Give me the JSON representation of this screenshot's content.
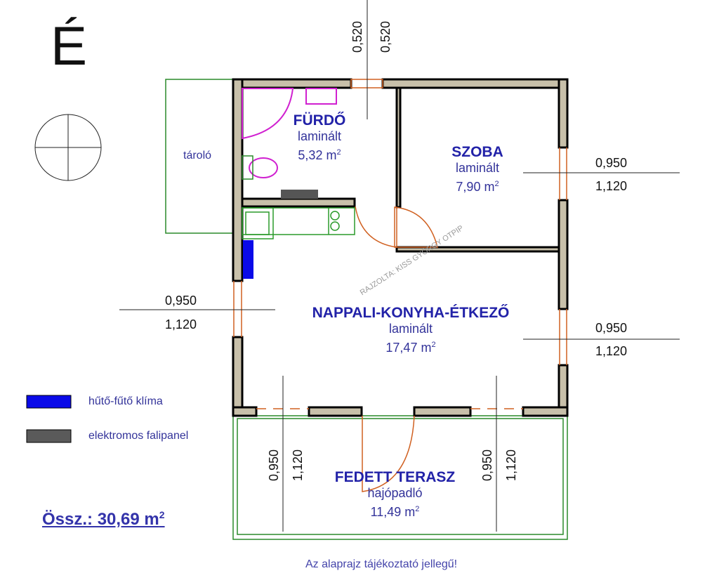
{
  "compass_label": "É",
  "rooms": [
    {
      "name": "FÜRDŐ",
      "floor": "laminált",
      "area": "5,32 m",
      "unit_sup": "2"
    },
    {
      "name": "SZOBA",
      "floor": "laminált",
      "area": "7,90 m",
      "unit_sup": "2"
    },
    {
      "name": "NAPPALI-KONYHA-ÉTKEZŐ",
      "floor": "laminált",
      "area": "17,47 m",
      "unit_sup": "2"
    },
    {
      "name": "FEDETT TERASZ",
      "floor": "hajópadló",
      "area": "11,49 m",
      "unit_sup": "2"
    }
  ],
  "storage_label": "tároló",
  "dimensions": {
    "a": "0,520",
    "b": "0,950",
    "c": "1,120"
  },
  "legend": [
    {
      "label": "hűtő-fűtő klíma",
      "color": "#0a0ae8"
    },
    {
      "label": "elektromos falipanel",
      "color": "#5a5a5a"
    }
  ],
  "total": {
    "text": "Össz.: 30,69 m",
    "sup": "2"
  },
  "disclaimer": "Az alaprajz tájékoztató jellegű!",
  "watermark": "RAJZOLTA: KISS GYÖRGY OTPIP",
  "colors": {
    "wall_fill": "#c8c0aa",
    "door": "#d06020",
    "fixture": "#d020d0",
    "kitchen": "#2a9a2a"
  }
}
